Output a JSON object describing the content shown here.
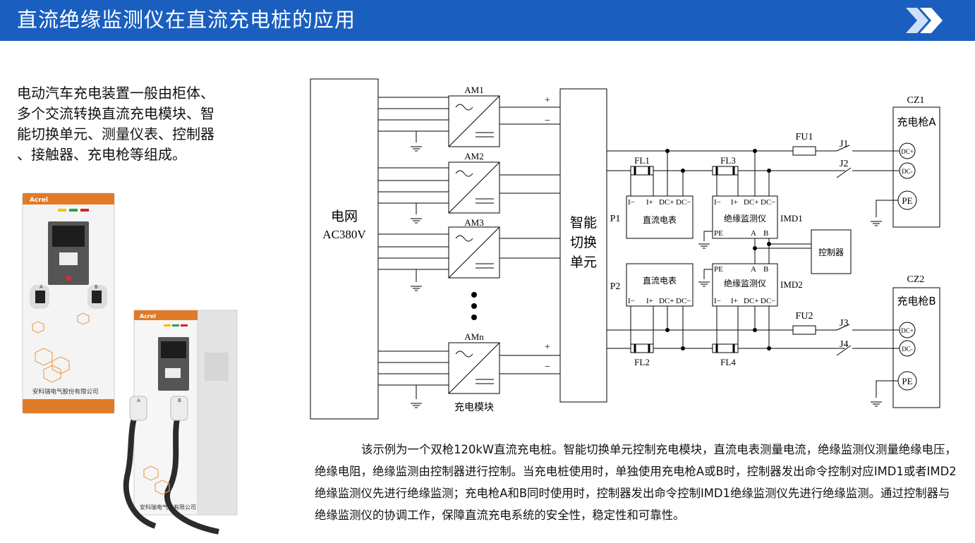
{
  "header": {
    "title": "直流绝缘监测仪在直流充电桩的应用",
    "accent": "#1a5fbf",
    "icon": "double-chevron-icon"
  },
  "intro_text": "电动汽车充电装置一般由柜体、\n多个交流转换直流充电模块、智\n能切换单元、测量仪表、控制器\n、接触器、充电枪等组成。",
  "charger_images": {
    "left": {
      "brand": "Acrel",
      "company": "安科瑞电气股份有限公司",
      "gun_a": "A",
      "gun_b": "B"
    },
    "right": {
      "brand": "Acrel",
      "gun_a": "A",
      "gun_b": "B",
      "company_partial": "安科瑞电气…有限公司"
    }
  },
  "diagram": {
    "grid": {
      "line1": "电网",
      "line2": "AC380V"
    },
    "modules": [
      "AM1",
      "AM2",
      "AM3",
      "AMn"
    ],
    "module_caption": "充电模块",
    "switch_unit": [
      "智能",
      "切换",
      "单元"
    ],
    "plus": "+",
    "minus": "−",
    "fuses": [
      "FU1",
      "FU2"
    ],
    "filters": [
      "FL1",
      "FL3",
      "FL2",
      "FL4"
    ],
    "contacts": [
      "J1",
      "J2",
      "J3",
      "J4"
    ],
    "meters": [
      {
        "tag": "P1",
        "name": "直流电表",
        "pins": [
          "I−",
          "I+",
          "DC+",
          "DC−"
        ]
      },
      {
        "tag": "P2",
        "name": "直流电表",
        "pins": [
          "I−",
          "I+",
          "DC+",
          "DC−"
        ]
      }
    ],
    "imds": [
      {
        "tag": "IMD1",
        "name": "绝缘监测仪",
        "top_pins": [
          "I−",
          "I+",
          "DC+",
          "DC−"
        ],
        "bottom_pins": [
          "PE",
          "A",
          "B"
        ]
      },
      {
        "tag": "IMD2",
        "name": "绝缘监测仪",
        "top_pins": [
          "PE",
          "A",
          "B"
        ],
        "bottom_pins": [
          "I−",
          "I+",
          "DC+",
          "DC−"
        ]
      }
    ],
    "controller": "控制器",
    "connectors": [
      {
        "tag": "CZ1",
        "name": "充电枪A",
        "pins": [
          "DC+",
          "DC-",
          "PE"
        ]
      },
      {
        "tag": "CZ2",
        "name": "充电枪B",
        "pins": [
          "DC+",
          "DC-",
          "PE"
        ]
      }
    ]
  },
  "description": {
    "paragraph": "该示例为一个双枪120kW直流充电桩。智能切换单元控制充电模块，直流电表测量电流，绝缘监测仪测量绝缘电压，绝缘电阻，绝缘监测由控制器进行控制。当充电桩使用时，单独使用充电枪A或B时，控制器发出命令控制对应IMD1或者IMD2绝缘监测仪先进行绝缘监测；充电枪A和B同时使用时，控制器发出命令控制IMD1绝缘监测仪先进行绝缘监测。通过控制器与绝缘监测仪的协调工作，保障直流充电系统的安全性，稳定性和可靠性。"
  }
}
